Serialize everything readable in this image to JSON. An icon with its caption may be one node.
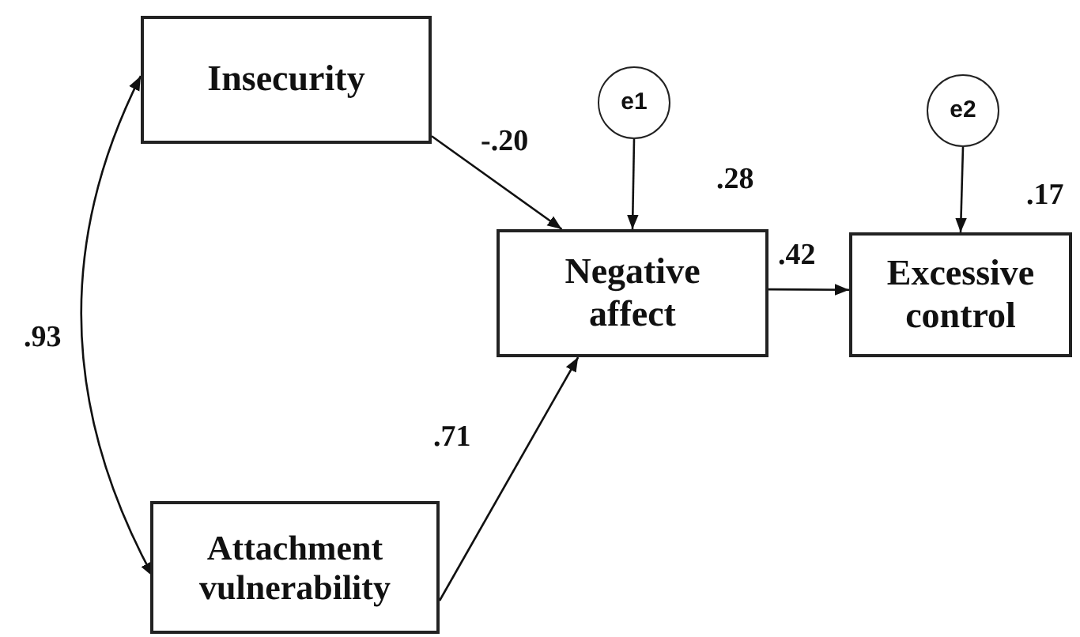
{
  "diagram": {
    "nodes": [
      {
        "text": [
          "Insecurity"
        ]
      },
      {
        "text": [
          "e1"
        ]
      },
      {
        "text": [
          "e2"
        ]
      },
      {
        "text": [
          "Negative affect"
        ],
        "beside": [
          ".28"
        ]
      },
      {
        "text": [
          "Excessive control"
        ],
        "beside": [
          ".17"
        ]
      },
      {
        "text": [
          "Attachment vulnerability"
        ]
      }
    ],
    "edges": [
      {
        "from": 0,
        "to": 5,
        "arrow": "both",
        "label": ".93"
      },
      {
        "from": 0,
        "to": 3,
        "arrow": "to",
        "label": "-.20"
      },
      {
        "from": 1,
        "to": 3,
        "arrow": "to"
      },
      {
        "from": 2,
        "to": 4,
        "arrow": "to"
      },
      {
        "from": 3,
        "to": 4,
        "arrow": "to",
        "label": ".42"
      },
      {
        "from": 5,
        "to": 3,
        "arrow": "to",
        "label": ".71"
      }
    ]
  }
}
